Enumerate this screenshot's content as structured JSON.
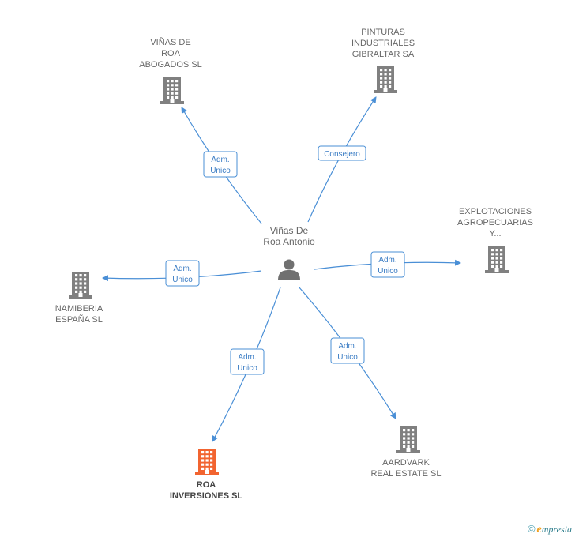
{
  "center": {
    "lines": [
      "Viñas De",
      "Roa Antonio"
    ],
    "icon": "person-icon"
  },
  "companies": [
    {
      "id": "vinas",
      "lines": [
        "VIÑAS DE",
        "ROA",
        "ABOGADOS SL"
      ],
      "relation": [
        "Adm.",
        "Unico"
      ],
      "highlight": false
    },
    {
      "id": "pinturas",
      "lines": [
        "PINTURAS",
        "INDUSTRIALES",
        "GIBRALTAR SA"
      ],
      "relation": [
        "Consejero"
      ],
      "highlight": false
    },
    {
      "id": "explotaciones",
      "lines": [
        "EXPLOTACIONES",
        "AGROPECUARIAS",
        "Y..."
      ],
      "relation": [
        "Adm.",
        "Unico"
      ],
      "highlight": false
    },
    {
      "id": "namiberia",
      "lines": [
        "NAMIBERIA",
        "ESPAÑA SL"
      ],
      "relation": [
        "Adm.",
        "Unico"
      ],
      "highlight": false
    },
    {
      "id": "roa",
      "lines": [
        "ROA",
        "INVERSIONES SL"
      ],
      "relation": [
        "Adm.",
        "Unico"
      ],
      "highlight": true
    },
    {
      "id": "aardvark",
      "lines": [
        "AARDVARK",
        "REAL ESTATE SL"
      ],
      "relation": [
        "Adm.",
        "Unico"
      ],
      "highlight": false
    }
  ],
  "colors": {
    "edge": "#4a8fd6",
    "building": "#808080",
    "building_highlight": "#f26430",
    "person": "#707070"
  },
  "footer": {
    "copyright": "©",
    "brand_initial": "e",
    "brand_rest": "mpresia"
  }
}
